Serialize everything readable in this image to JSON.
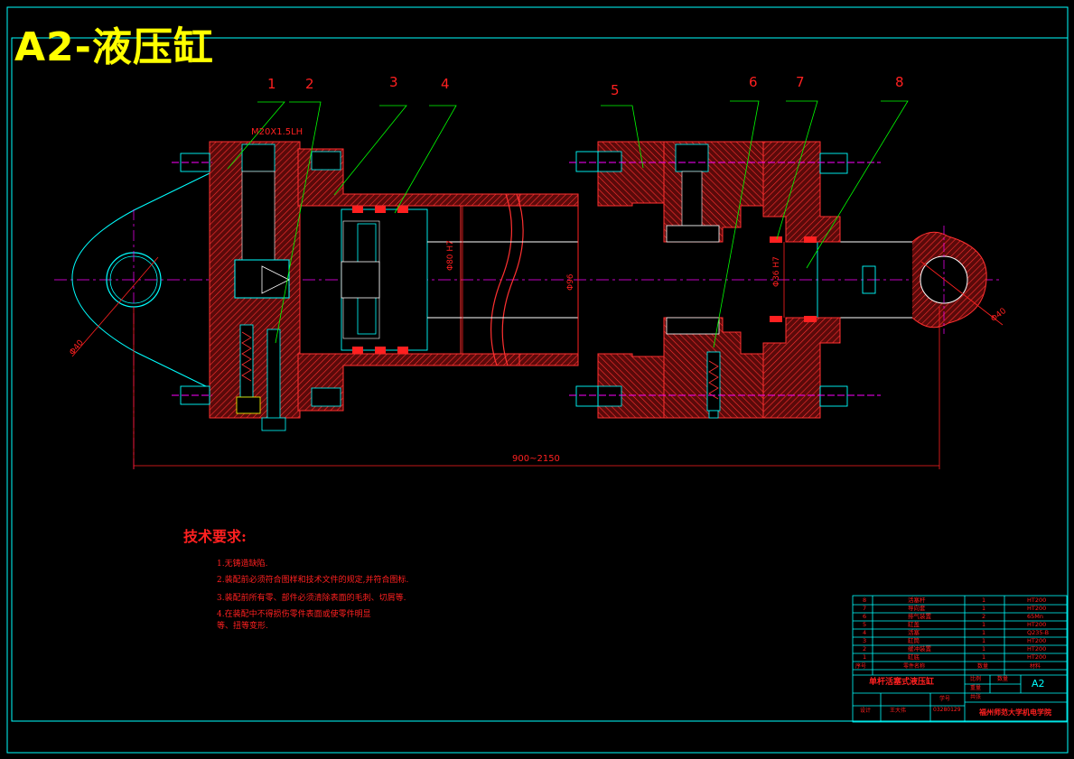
{
  "title": "A2-液压缸",
  "callouts": [
    "1",
    "2",
    "3",
    "4",
    "5",
    "6",
    "7",
    "8"
  ],
  "dimensions": {
    "thread": "M20X1.5LH",
    "bore": "Φ80 H7",
    "dia_96": "Φ96",
    "rod": "Φ36 H7",
    "eye_left": "Φ40",
    "eye_right": "Φ40",
    "stroke": "900~2150"
  },
  "tech_requirements": {
    "heading": "技术要求:",
    "items": [
      "1.无铸造缺陷.",
      "2.装配前必须符合图样和技术文件的规定,并符合图标.",
      "3.装配前所有零、部件必须清除表面的毛刺、切屑等.",
      "4.在装配中不得损伤零件表面或使零件明显",
      "等、扭等变形."
    ]
  },
  "title_block": {
    "parts": [
      {
        "no": "8",
        "name": "活塞杆",
        "qty": "1",
        "material": "HT200"
      },
      {
        "no": "7",
        "name": "导向套",
        "qty": "1",
        "material": "HT200"
      },
      {
        "no": "6",
        "name": "排气装置",
        "qty": "2",
        "material": "65Mn"
      },
      {
        "no": "5",
        "name": "缸盖",
        "qty": "1",
        "material": "HT200"
      },
      {
        "no": "4",
        "name": "活塞",
        "qty": "1",
        "material": "Q235-B"
      },
      {
        "no": "3",
        "name": "缸筒",
        "qty": "1",
        "material": "HT200"
      },
      {
        "no": "2",
        "name": "缓冲装置",
        "qty": "1",
        "material": "HT200"
      },
      {
        "no": "1",
        "name": "缸底",
        "qty": "1",
        "material": "HT200"
      }
    ],
    "header": {
      "no": "序号",
      "name": "零件名称",
      "qty": "数量",
      "material": "材料"
    },
    "drawing_name": "单杆活塞式液压缸",
    "scale_label": "比例",
    "qty_label": "数量",
    "weight_label": "重量",
    "size": "A2",
    "sheet_label": "共张",
    "designer_label": "设计",
    "designer": "王大伟",
    "student_no_label": "学号",
    "student_no": "03280129",
    "checker_label": "成绩",
    "school": "福州师范大学机电学院"
  },
  "colors": {
    "background": "#000000",
    "frame": "#00ffff",
    "section": "#ff2020",
    "hatch": "#b01010",
    "title": "#ffff00",
    "center": "#ff00ff",
    "leader": "#00ff00",
    "body": "#ffffff"
  }
}
